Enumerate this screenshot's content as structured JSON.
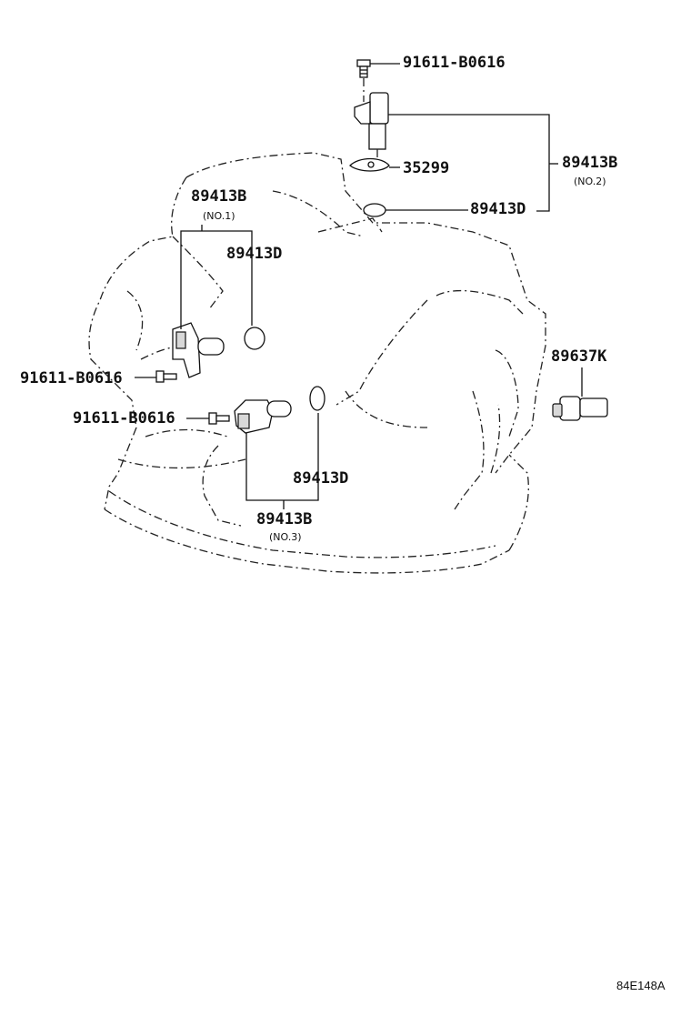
{
  "diagram": {
    "callouts": {
      "bolt_top": "91611-B0616",
      "clip_top": "35299",
      "sensor_no2": "89413B",
      "sensor_no2_sub": "(NO.2)",
      "oring_no2": "89413D",
      "sensor_no1": "89413B",
      "sensor_no1_sub": "(NO.1)",
      "oring_no1": "89413D",
      "bolt_no1": "91611-B0616",
      "bolt_no3": "91611-B0616",
      "oring_no3": "89413D",
      "sensor_no3": "89413B",
      "sensor_no3_sub": "(NO.3)",
      "switch": "89637K"
    },
    "figure_code": "84E148A"
  }
}
